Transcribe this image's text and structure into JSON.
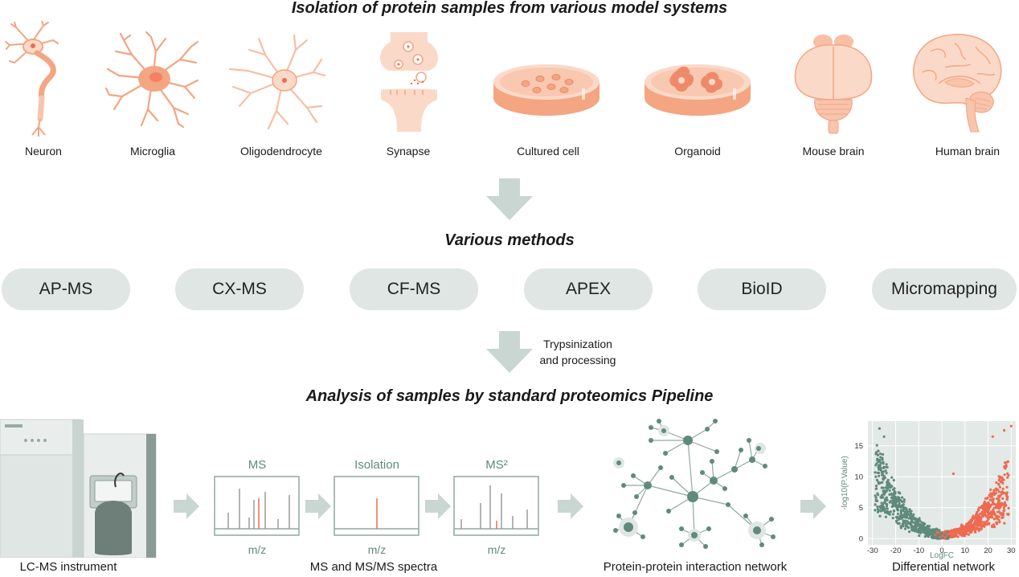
{
  "section1": {
    "title": "Isolation of protein samples from various model systems",
    "models": [
      {
        "label": "Neuron",
        "icon": "neuron-icon"
      },
      {
        "label": "Microglia",
        "icon": "microglia-icon"
      },
      {
        "label": "Oligodendrocyte",
        "icon": "oligodendrocyte-icon"
      },
      {
        "label": "Synapse",
        "icon": "synapse-icon"
      },
      {
        "label": "Cultured cell",
        "icon": "culture-dish-icon"
      },
      {
        "label": "Organoid",
        "icon": "organoid-dish-icon"
      },
      {
        "label": "Mouse brain",
        "icon": "mouse-brain-icon"
      },
      {
        "label": "Human brain",
        "icon": "human-brain-icon"
      }
    ]
  },
  "section2": {
    "title": "Various methods",
    "methods": [
      "AP-MS",
      "CX-MS",
      "CF-MS",
      "APEX",
      "BioID",
      "Micromapping"
    ]
  },
  "step_note": {
    "line1": "Trypsinization",
    "line2": "and processing"
  },
  "section3": {
    "title": "Analysis of samples by standard proteomics Pipeline",
    "spectra": [
      {
        "title": "MS",
        "xlabel": "m/z"
      },
      {
        "title": "Isolation",
        "xlabel": "m/z"
      },
      {
        "title": "MS²",
        "xlabel": "m/z"
      }
    ],
    "labels": {
      "instrument": "LC-MS instrument",
      "spectra": "MS and MS/MS spectra",
      "network": "Protein-protein interaction network",
      "differential": "Differential network"
    }
  },
  "colors": {
    "salmon": "#f4a582",
    "salmon_light": "#fbd9c8",
    "teal": "#5f8a7c",
    "teal_light": "#dfe6e4",
    "arrow": "#c9d6d2",
    "red": "#ee6a50"
  },
  "chart_data": {
    "type": "scatter",
    "title": "",
    "xlabel": "LogFC",
    "ylabel": "-log10(P.Value)",
    "xlim": [
      -32,
      32
    ],
    "ylim": [
      -1,
      19
    ],
    "xticks": [
      -30,
      -20,
      -10,
      0,
      10,
      20,
      30
    ],
    "yticks": [
      0,
      5,
      10,
      15
    ],
    "grid": true,
    "legend": "none",
    "series": [
      {
        "color": "#5f8a7c",
        "shape": "left arm (down-regulated)"
      },
      {
        "color": "#ee6a50",
        "shape": "right arm (up-regulated)"
      }
    ]
  }
}
